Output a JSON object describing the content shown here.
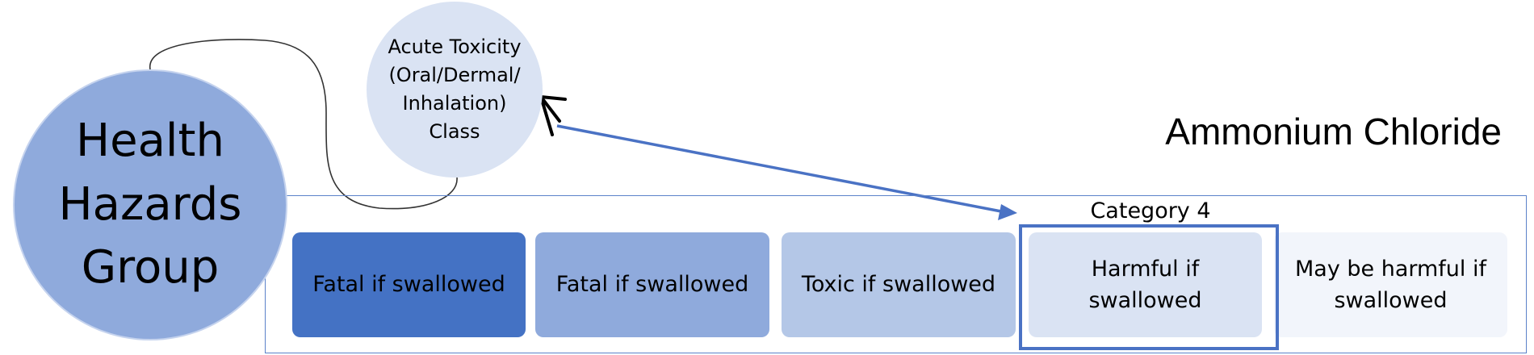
{
  "colors": {
    "main_circle": "#8faadc",
    "sub_circle": "#dae3f3",
    "frame": "#5b82c9",
    "highlight": "#4a72c4",
    "arrow": "#4a72c4",
    "chevron": "#000000"
  },
  "hazard_group": {
    "label": "Health\nHazards\nGroup"
  },
  "hazard_class": {
    "label": "Acute Toxicity\n(Oral/Dermal/\nInhalation)\nClass"
  },
  "substance": {
    "name": "Ammonium Chloride"
  },
  "selected_category": {
    "label": "Category 4"
  },
  "categories": [
    {
      "label": "Fatal if swallowed",
      "fill": "#4472c4"
    },
    {
      "label": "Fatal if swallowed",
      "fill": "#8faadc"
    },
    {
      "label": "Toxic if swallowed",
      "fill": "#b4c7e7"
    },
    {
      "label": "Harmful if\nswallowed",
      "fill": "#dae3f3"
    },
    {
      "label": "May be harmful if\nswallowed",
      "fill": "#f2f5fb"
    }
  ]
}
